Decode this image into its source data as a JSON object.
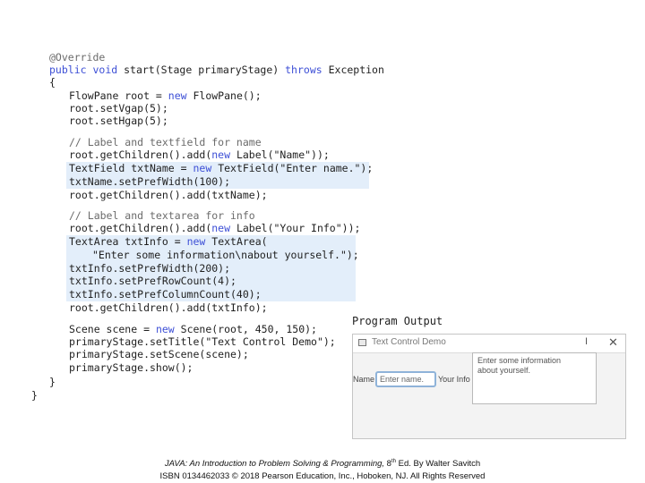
{
  "code": {
    "lines": [
      "@Override",
      "public void start(Stage primaryStage) throws Exception",
      "{",
      "FlowPane root = new FlowPane();",
      "root.setVgap(5);",
      "root.setHgap(5);",
      "// Label and textfield for name",
      "root.getChildren().add(new Label(\"Name\"));",
      "TextField txtName = new TextField(\"Enter name.\");",
      "txtName.setPrefWidth(100);",
      "root.getChildren().add(txtName);",
      "// Label and textarea for info",
      "root.getChildren().add(new Label(\"Your Info\"));",
      "TextArea txtInfo = new TextArea(",
      "\"Enter some information\\nabout yourself.\");",
      "txtInfo.setPrefWidth(200);",
      "txtInfo.setPrefRowCount(4);",
      "txtInfo.setPrefColumnCount(40);",
      "root.getChildren().add(txtInfo);",
      "Scene scene = new Scene(root, 450, 150);",
      "primaryStage.setTitle(\"Text Control Demo\");",
      "primaryStage.setScene(scene);",
      "primaryStage.show();",
      "}",
      "}"
    ]
  },
  "output": {
    "heading": "Program Output",
    "window_title": "Text Control Demo",
    "minimize_glyph": "I",
    "close_glyph": "✕",
    "name_label": "Name",
    "name_value": "Enter name.",
    "info_label": "Your Info",
    "info_line1": "Enter some information",
    "info_line2": "about yourself."
  },
  "caption": {
    "book_title": "JAVA: An Introduction to Problem Solving & Programming,",
    "edition_number": "8",
    "edition_sup": "th",
    "edition_rest": "Ed. By Walter Savitch",
    "line2": "ISBN 0134462033 © 2018 Pearson Education, Inc., Hoboken, NJ. All Rights Reserved"
  },
  "colors": {
    "keyword": "#3d4fd6",
    "highlight": "#e3eefa",
    "text": "#1f1f1f"
  }
}
